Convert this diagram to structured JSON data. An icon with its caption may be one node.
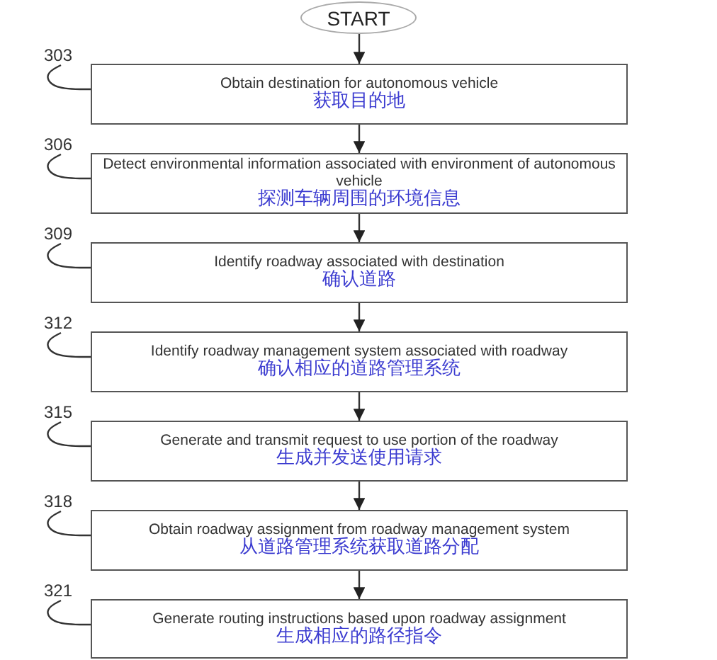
{
  "diagram": {
    "nodes": [
      {
        "text": [
          "START"
        ]
      },
      {
        "text": [
          "303"
        ]
      },
      {
        "text": [
          "Obtain destination for autonomous vehicle",
          "获取目的地"
        ]
      },
      {
        "text": [
          "306"
        ]
      },
      {
        "text": [
          "Detect environmental information associated with environment of autonomous vehicle",
          "探测车辆周围的环境信息"
        ]
      },
      {
        "text": [
          "309"
        ]
      },
      {
        "text": [
          "Identify roadway associated with destination",
          "确认道路"
        ]
      },
      {
        "text": [
          "312"
        ]
      },
      {
        "text": [
          "Identify roadway management system associated with roadway",
          "确认相应的道路管理系统"
        ]
      },
      {
        "text": [
          "315"
        ]
      },
      {
        "text": [
          "Generate and transmit request to use portion of the roadway",
          "生成并发送使用请求"
        ]
      },
      {
        "text": [
          "318"
        ]
      },
      {
        "text": [
          "Obtain roadway assignment from roadway management system",
          "从道路管理系统获取道路分配"
        ]
      },
      {
        "text": [
          "321"
        ]
      },
      {
        "text": [
          "Generate routing instructions based upon roadway assignment",
          "生成相应的路径指令"
        ]
      }
    ],
    "edges": [
      {
        "from": 0,
        "to": 2,
        "arrow": "to"
      },
      {
        "from": 2,
        "to": 4,
        "arrow": "to"
      },
      {
        "from": 4,
        "to": 6,
        "arrow": "to"
      },
      {
        "from": 6,
        "to": 8,
        "arrow": "to"
      },
      {
        "from": 8,
        "to": 10,
        "arrow": "to"
      },
      {
        "from": 10,
        "to": 12,
        "arrow": "to"
      },
      {
        "from": 12,
        "to": 14,
        "arrow": "to"
      },
      {
        "from": 1,
        "to": 2,
        "arrow": "none"
      },
      {
        "from": 3,
        "to": 4,
        "arrow": "none"
      },
      {
        "from": 5,
        "to": 6,
        "arrow": "none"
      },
      {
        "from": 7,
        "to": 8,
        "arrow": "none"
      },
      {
        "from": 9,
        "to": 10,
        "arrow": "none"
      },
      {
        "from": 11,
        "to": 12,
        "arrow": "none"
      },
      {
        "from": 13,
        "to": 14,
        "arrow": "none"
      }
    ]
  }
}
